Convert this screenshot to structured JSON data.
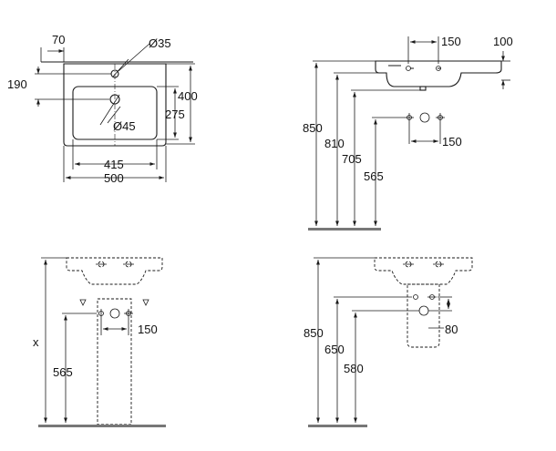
{
  "views": {
    "top": {
      "d_70": "70",
      "d_35": "Ø35",
      "d_190": "190",
      "d_400": "400",
      "d_275": "275",
      "d_45": "Ø45",
      "d_415": "415",
      "d_500": "500"
    },
    "side": {
      "d_150": "150",
      "d_100": "100",
      "d_850": "850",
      "d_810": "810",
      "d_705": "705",
      "d_565": "565",
      "d_150b": "150"
    },
    "front": {
      "d_x": "x",
      "d_565": "565",
      "d_150": "150"
    },
    "side2": {
      "d_850": "850",
      "d_650": "650",
      "d_580": "580",
      "d_80": "80"
    }
  }
}
